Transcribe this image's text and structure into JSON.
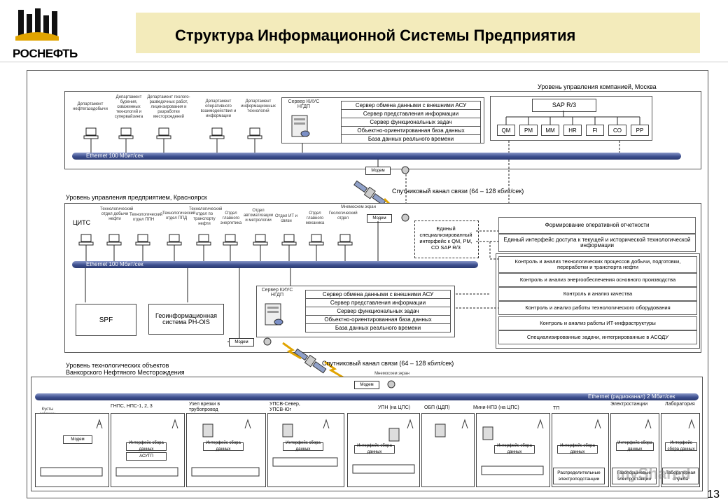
{
  "logo": {
    "text": "РОСНЕФТЬ"
  },
  "title": "Структура Информационной Системы Предприятия",
  "page_number": "13",
  "company_level": {
    "label": "Уровень управления компанией, Москва",
    "departments": [
      "Департамент нефтегазодобычи",
      "Департамент бурения, скважинных технологий и супервайзинга",
      "Департамент геолого-разведочных работ, лицензирования и разработки месторождений",
      "Департамент оперативного взаимодействия и информации",
      "Департамент информационных технологий"
    ],
    "server_label": "Сервер КИУС НГДП",
    "server_rows": [
      "Сервер обмена данными с внешними АСУ",
      "Сервер представления информации",
      "Сервер функциональных задач",
      "Объектно-ориентированная база данных",
      "База данных реального времени"
    ],
    "sap_label": "SAP R/3",
    "sap_modules": [
      "QM",
      "PM",
      "MM",
      "HR",
      "FI",
      "CO",
      "PP"
    ],
    "ethernet": "Ethernet 100 Мбит/сек",
    "modem": "Модем"
  },
  "satellite1": "Спутниковый канал связи (64 – 128 кбит/сек)",
  "enterprise_level": {
    "label": "Уровень управления предприятием, Красноярск",
    "cits": "ЦИТС",
    "departments": [
      "Технологический отдел добычи нефти",
      "Технологический отдел ППН",
      "Технологический отдел ППД",
      "Технологический отдел по транспорту нефти",
      "Отдел главного энергетика",
      "Отдел автоматизации и метрологии",
      "Отдел ИТ и связи",
      "Отдел главного механика",
      "Геологический отдел"
    ],
    "mnemonic": "Мнемосхем экран",
    "modem": "Модем",
    "ethernet": "Ethernet 100 Мбит/сек",
    "spf": "SPF",
    "geo": "Геоинформационная система PH-OIS",
    "server_label": "Сервер КИУС НГДП",
    "server_rows": [
      "Сервер обмена данными с внешними АСУ",
      "Сервер представления информации",
      "Сервер функциональных задач",
      "Объектно-ориентированная база данных",
      "База данных реального времени"
    ],
    "interface": "Единый специализированный интерфейс к QM, PM, CO SAP R/3",
    "tasks": [
      "Формирование оперативной отчетности",
      "Единый интерфейс доступа к текущей и исторической технологической информации",
      "Контроль и анализ технологических процессов добычи, подготовки, переработки и транспорта нефти",
      "Контроль и анализ энергообеспечения основного производства",
      "Контроль и анализ качества",
      "Контроль и анализ работы технологического оборудования",
      "Контроль и анализ работы ИТ-инфраструктуры",
      "Специализированные задачи, интегрированные в АСОДУ"
    ],
    "modem2": "Модем"
  },
  "satellite2": "Спутниковый канал связи (64 – 128 кбит/сек)",
  "field_level": {
    "label": "Уровень технологических объектов Ванкорского Нефтяного Месторождения",
    "mnemonic": "Мнемосхем экран",
    "modem": "Модем",
    "ethernet": "Ethernet (радиоканал) 2 Мбит/сек",
    "objects": [
      "Кусты скважин",
      "ГНПС, НПС-1, 2, 3",
      "Узел врезки в трубопровод",
      "УПСВ-Север, УПСВ-Юг",
      "УПН (на ЦПС)",
      "ОБП (ЦДП)",
      "Мини-НПЗ (на ЦПС)",
      "ТП",
      "Электростанции",
      "Лаборатория"
    ],
    "sub_labels": [
      "Модем",
      "Интерфейс сбора данных",
      "АСУТП",
      "Распределительные электроподстанции",
      "Газопоршневые электростанции",
      "Лабораторная служба"
    ]
  },
  "watermark": "myShared"
}
